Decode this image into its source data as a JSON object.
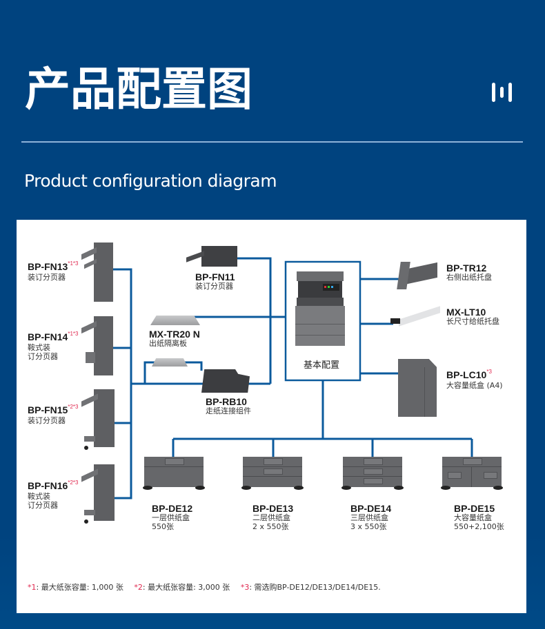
{
  "header": {
    "title": "产品配置图",
    "subtitle": "Product configuration diagram",
    "menu_icon": "bars-icon"
  },
  "colors": {
    "background": "#00437f",
    "connector": "#0b5a9c",
    "footnote_marker": "#e0284f",
    "device": "#5e5f62"
  },
  "diagram": {
    "base": {
      "label": "基本配置"
    },
    "finishers_left": [
      {
        "model": "BP-FN13",
        "notes": "*1*3",
        "desc": [
          "装订分页器"
        ]
      },
      {
        "model": "BP-FN14",
        "notes": "*1*3",
        "desc": [
          "鞍式装",
          "订分页器"
        ]
      },
      {
        "model": "BP-FN15",
        "notes": "*2*3",
        "desc": [
          "装订分页器"
        ]
      },
      {
        "model": "BP-FN16",
        "notes": "*2*3",
        "desc": [
          "鞍式装",
          "订分页器"
        ]
      }
    ],
    "center_options": [
      {
        "model": "BP-FN11",
        "notes": "",
        "desc": [
          "装订分页器"
        ]
      },
      {
        "model": "MX-TR20 N",
        "notes": "",
        "desc": [
          "出纸隔离板"
        ]
      },
      {
        "model": "BP-RB10",
        "notes": "",
        "desc": [
          "走纸连接组件"
        ]
      }
    ],
    "right_options": [
      {
        "model": "BP-TR12",
        "notes": "",
        "desc": [
          "右侧出纸托盘"
        ]
      },
      {
        "model": "MX-LT10",
        "notes": "",
        "desc": [
          "长尺寸给纸托盘"
        ]
      },
      {
        "model": "BP-LC10",
        "notes": "*3",
        "desc": [
          "大容量纸盒 (A4)"
        ]
      }
    ],
    "paper_decks": [
      {
        "model": "BP-DE12",
        "desc": [
          "一层供纸盒",
          "550张"
        ]
      },
      {
        "model": "BP-DE13",
        "desc": [
          "二层供纸盒",
          "2 x 550张"
        ]
      },
      {
        "model": "BP-DE14",
        "desc": [
          "三层供纸盒",
          "3 x 550张"
        ]
      },
      {
        "model": "BP-DE15",
        "desc": [
          "大容量纸盒",
          "550+2,100张"
        ]
      }
    ]
  },
  "footnotes": [
    {
      "marker": "*1",
      "text": ": 最大纸张容量: 1,000 张"
    },
    {
      "marker": "*2",
      "text": ": 最大纸张容量: 3,000 张"
    },
    {
      "marker": "*3",
      "text": ": 需选购BP-DE12/DE13/DE14/DE15."
    }
  ]
}
